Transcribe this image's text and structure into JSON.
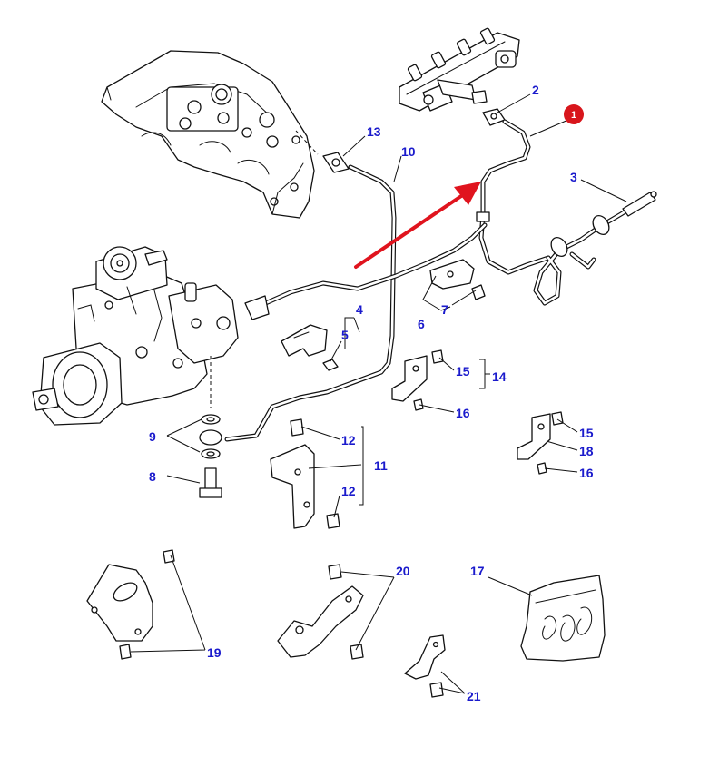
{
  "callouts": {
    "c1": "1",
    "c2": "2",
    "c3": "3",
    "c4": "4",
    "c5": "5",
    "c6": "6",
    "c7": "7",
    "c8": "8",
    "c9": "9",
    "c10": "10",
    "c11": "11",
    "c12a": "12",
    "c12b": "12",
    "c13": "13",
    "c14": "14",
    "c15a": "15",
    "c15b": "15",
    "c16a": "16",
    "c16b": "16",
    "c17": "17",
    "c18": "18",
    "c19": "19",
    "c20": "20",
    "c21": "21"
  },
  "colors": {
    "callout_text": "#1a1acc",
    "highlight_arrow": "#e0141e",
    "highlight_badge": "#d8161c",
    "line_art": "#111111"
  },
  "highlight": {
    "badge_label": "1",
    "arrow_icon": "red-pointer-arrow"
  }
}
